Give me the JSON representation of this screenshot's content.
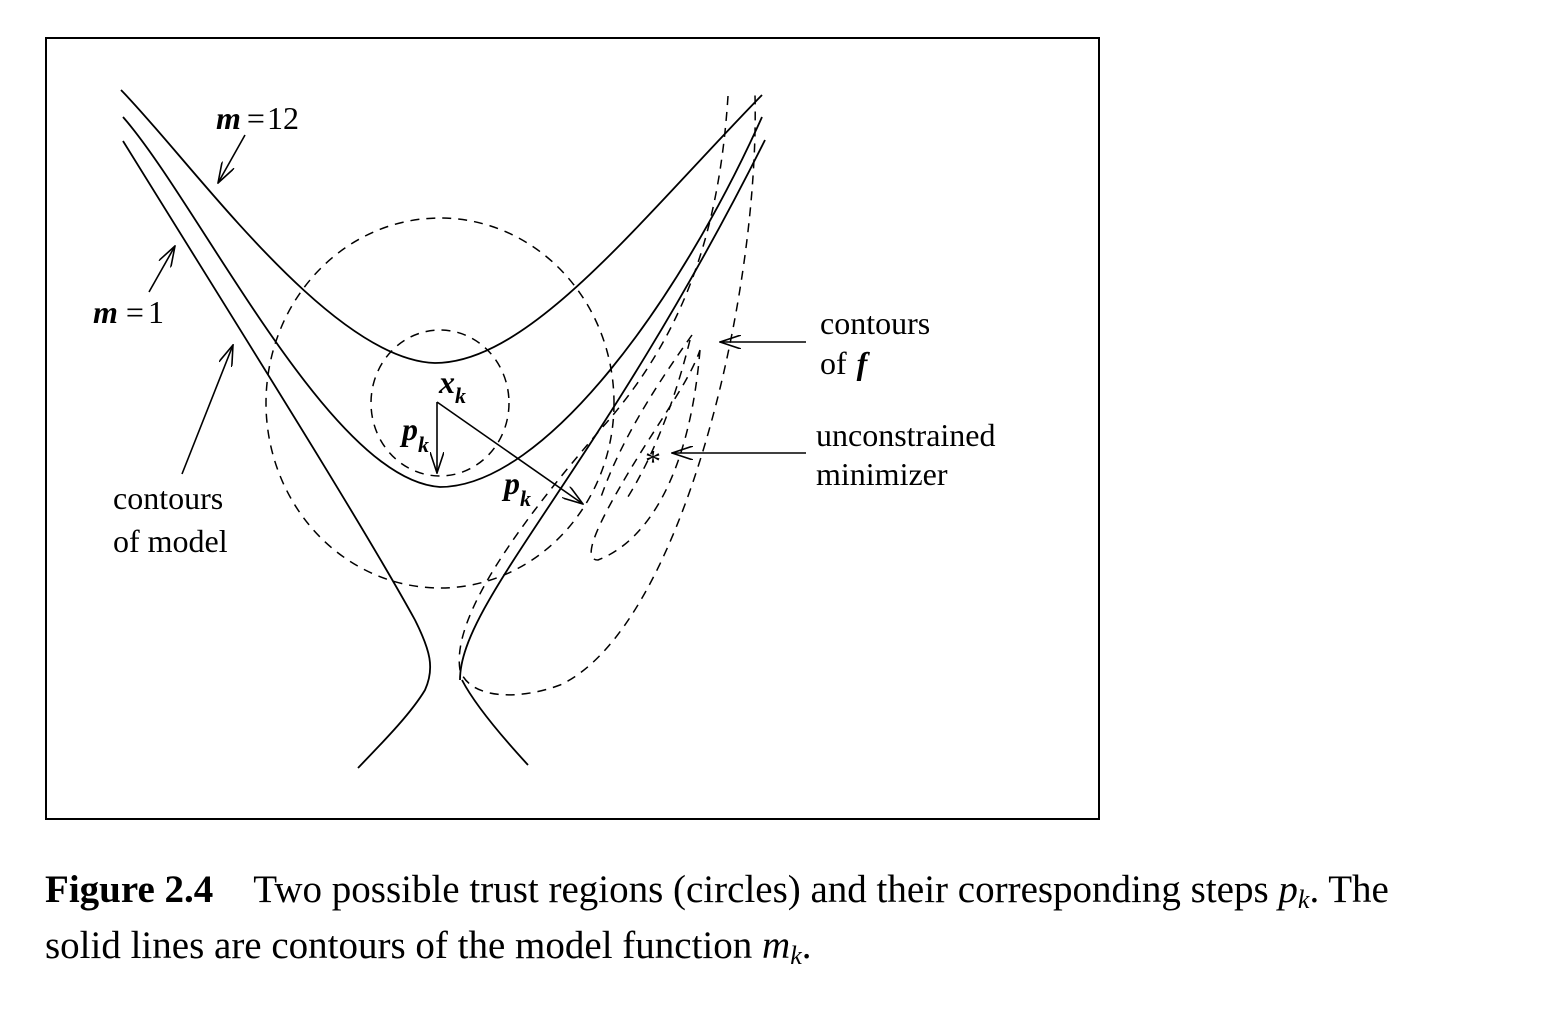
{
  "figure": {
    "labels": {
      "m12_var": "m",
      "m12_eq": "=",
      "m12_val": "12",
      "m1_var": "m",
      "m1_eq": "=",
      "m1_val": "1",
      "xk_var": "x",
      "xk_sub": "k",
      "pk_small_var": "p",
      "pk_small_sub": "k",
      "pk_large_var": "p",
      "pk_large_sub": "k",
      "contours_model_line1": "contours",
      "contours_model_line2": "of model",
      "contours_f_line1": "contours",
      "contours_f_line2_prefix": "of",
      "contours_f_line2_var": "f",
      "minimizer_line1": "unconstrained",
      "minimizer_line2": "minimizer",
      "minimizer_marker": "*"
    }
  },
  "caption": {
    "figure_number": "Figure 2.4",
    "line1_text": "Two possible trust regions (circles) and their corresponding steps",
    "line1_var": "p",
    "line1_sub": "k",
    "line1_end": ". The",
    "line2_text": "solid lines are contours of the model function",
    "line2_var": "m",
    "line2_sub": "k",
    "line2_end": "."
  }
}
